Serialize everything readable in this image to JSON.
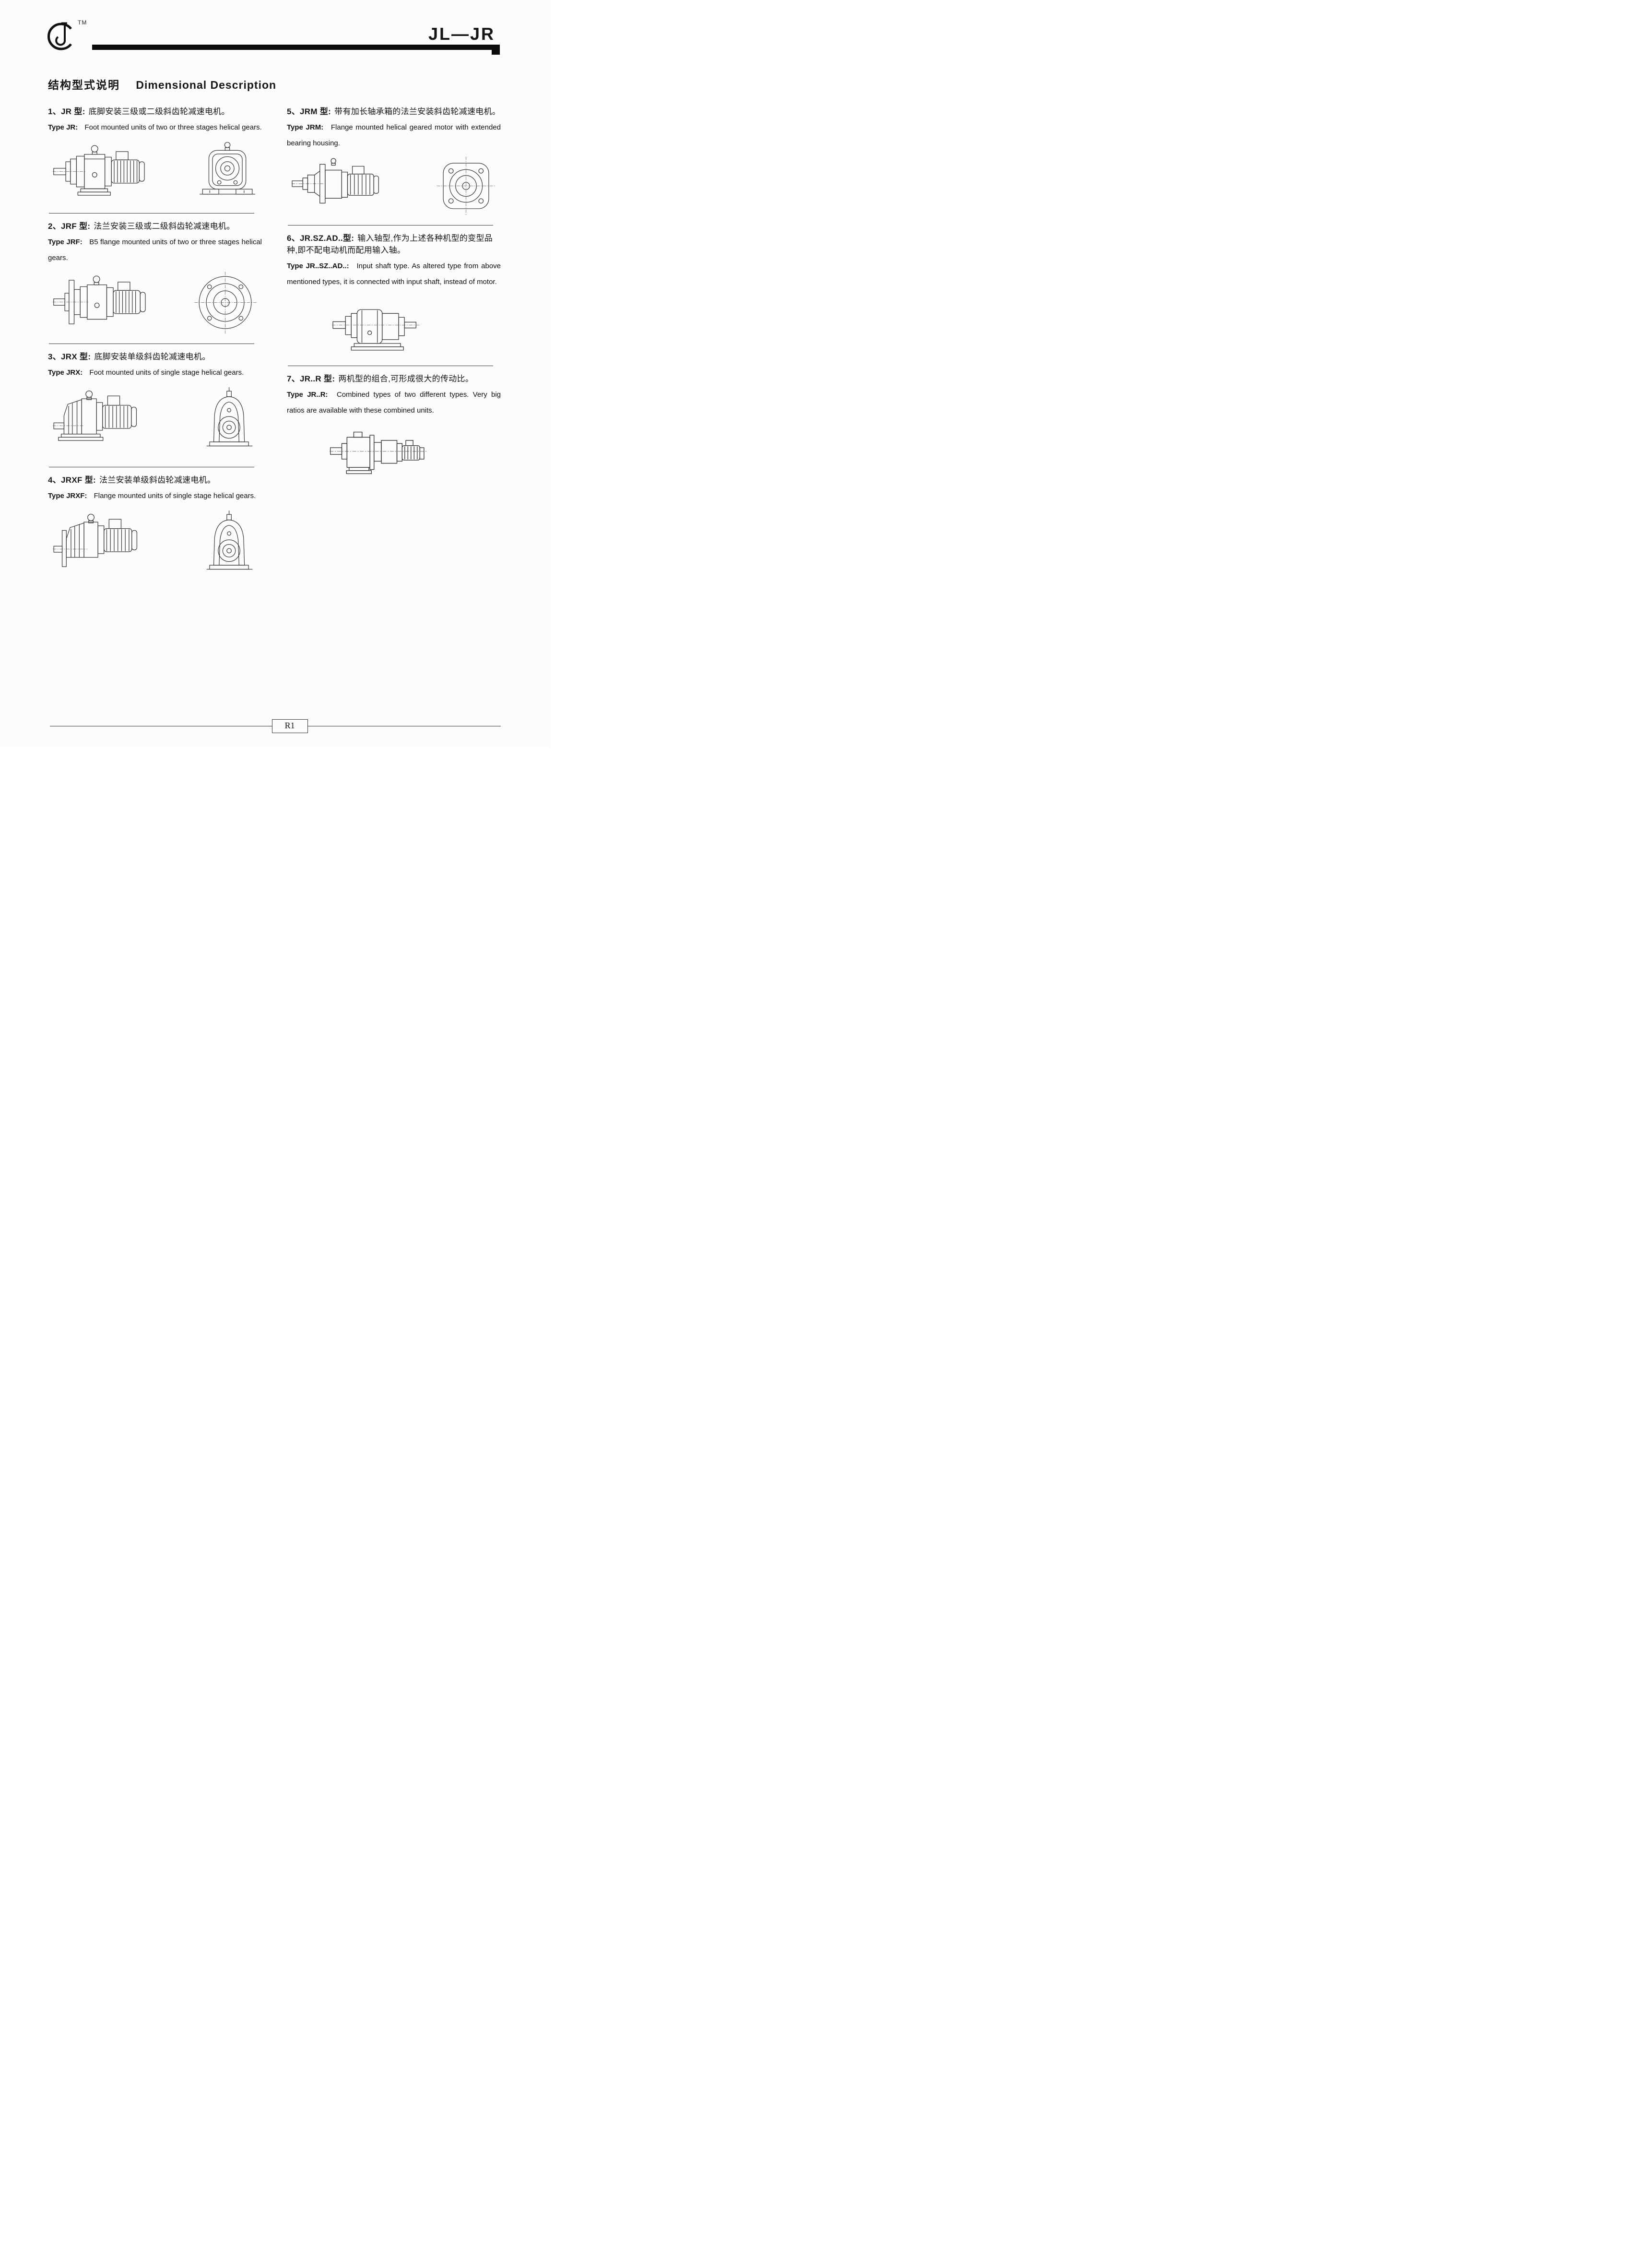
{
  "page": {
    "trademark": "TM",
    "header_model": "JL—JR",
    "title_zh": "结构型式说明",
    "title_en": "Dimensional Description",
    "footer_page_number": "R1"
  },
  "sections": [
    {
      "label": "1、JR 型:",
      "zh": "底脚安装三级或二级斜齿轮减速电机。",
      "en_label": "Type JR:",
      "en_text": "Foot mounted units of two or three stages helical gears."
    },
    {
      "label": "2、JRF 型:",
      "zh": "法兰安装三级或二级斜齿轮减速电机。",
      "en_label": "Type JRF:",
      "en_text": "B5 flange mounted units of two or three stages helical gears."
    },
    {
      "label": "3、JRX 型:",
      "zh": "底脚安装单级斜齿轮减速电机。",
      "en_label": "Type JRX:",
      "en_text": "Foot mounted units of single stage helical gears."
    },
    {
      "label": "4、JRXF 型:",
      "zh": "法兰安装单级斜齿轮减速电机。",
      "en_label": "Type JRXF:",
      "en_text": "Flange mounted units of single stage helical gears."
    },
    {
      "label": "5、JRM 型:",
      "zh": "带有加长轴承箱的法兰安装斜齿轮减速电机。",
      "en_label": "Type JRM:",
      "en_text": "Flange mounted helical geared motor with extended bearing housing."
    },
    {
      "label": "6、JR.SZ.AD..型:",
      "zh": "输入轴型,作为上述各种机型的变型品种,即不配电动机而配用输入轴。",
      "en_label": "Type JR..SZ..AD..:",
      "en_text": "Input shaft type. As altered type from above mentioned types, it is connected with input shaft, instead of motor."
    },
    {
      "label": "7、JR..R 型:",
      "zh": "两机型的组合,可形成很大的传动比。",
      "en_label": "Type JR..R:",
      "en_text": "Combined types of two different types. Very big ratios are available with these combined units."
    }
  ]
}
